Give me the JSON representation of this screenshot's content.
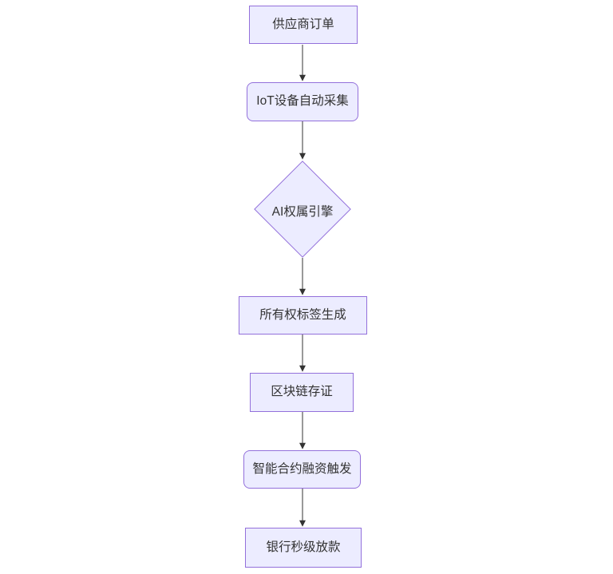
{
  "flowchart": {
    "nodes": [
      {
        "id": "supplier-order",
        "label": "供应商订单",
        "shape": "rect"
      },
      {
        "id": "iot-auto-collect",
        "label": "IoT设备自动采集",
        "shape": "rounded"
      },
      {
        "id": "ai-ownership-engine",
        "label": "AI权属引擎",
        "shape": "diamond"
      },
      {
        "id": "ownership-tag-generate",
        "label": "所有权标签生成",
        "shape": "rect"
      },
      {
        "id": "blockchain-evidence",
        "label": "区块链存证",
        "shape": "rect"
      },
      {
        "id": "smart-contract-trigger",
        "label": "智能合约融资触发",
        "shape": "rounded"
      },
      {
        "id": "bank-instant-loan",
        "label": "银行秒级放款",
        "shape": "rect"
      }
    ],
    "edges": [
      {
        "from": "supplier-order",
        "to": "iot-auto-collect"
      },
      {
        "from": "iot-auto-collect",
        "to": "ai-ownership-engine"
      },
      {
        "from": "ai-ownership-engine",
        "to": "ownership-tag-generate"
      },
      {
        "from": "ownership-tag-generate",
        "to": "blockchain-evidence"
      },
      {
        "from": "blockchain-evidence",
        "to": "smart-contract-trigger"
      },
      {
        "from": "smart-contract-trigger",
        "to": "bank-instant-loan"
      }
    ],
    "colors": {
      "node_fill": "#ECECFF",
      "node_border": "#9370DB",
      "text": "#333333",
      "arrow": "#333333",
      "background": "#FFFFFF"
    }
  }
}
